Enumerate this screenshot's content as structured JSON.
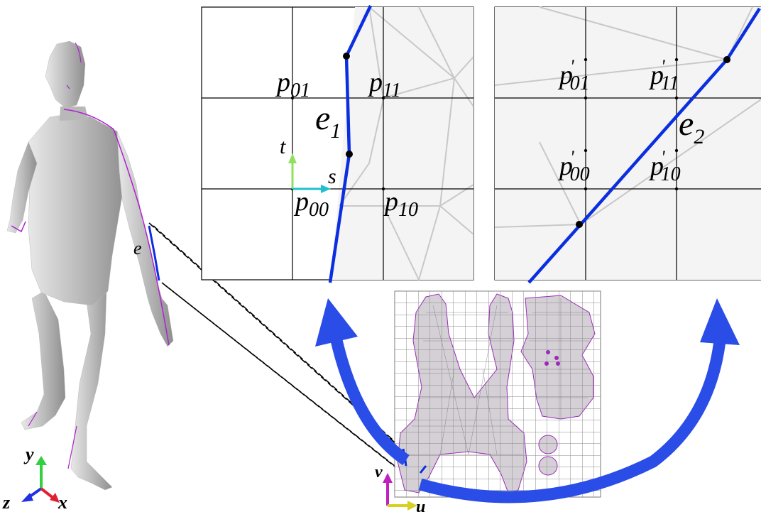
{
  "figure": {
    "model_edge_label": "e",
    "axes_3d": {
      "y": "y",
      "z": "z",
      "x": "x"
    },
    "uv_axes": {
      "v": "v",
      "u": "u"
    }
  },
  "left_panel": {
    "points": [
      {
        "id": "p01",
        "base": "p",
        "sub": "01"
      },
      {
        "id": "p11",
        "base": "p",
        "sub": "11"
      },
      {
        "id": "p00",
        "base": "p",
        "sub": "00"
      },
      {
        "id": "p10",
        "base": "p",
        "sub": "10"
      }
    ],
    "edge_label": {
      "base": "e",
      "sub": "1"
    },
    "local_axes": {
      "s": "s",
      "t": "t"
    }
  },
  "right_panel": {
    "points": [
      {
        "id": "p01",
        "base": "p",
        "sub": "01",
        "prime": "'"
      },
      {
        "id": "p11",
        "base": "p",
        "sub": "11",
        "prime": "'"
      },
      {
        "id": "p00",
        "base": "p",
        "sub": "00",
        "prime": "'"
      },
      {
        "id": "p10",
        "base": "p",
        "sub": "10",
        "prime": "'"
      }
    ],
    "edge_label": {
      "base": "e",
      "sub": "2"
    }
  },
  "colors": {
    "edge_blue": "#0a2ee0",
    "arrow_blue": "#2a4de8",
    "seam_magenta": "#b020d0",
    "axis_green": "#30d040",
    "axis_red": "#e02030",
    "axis_blue": "#2030e0",
    "axis_magenta": "#c020c0",
    "axis_yellow": "#d8d020",
    "s_axis_cyan": "#20c0d0",
    "t_axis_green": "#90e060"
  }
}
